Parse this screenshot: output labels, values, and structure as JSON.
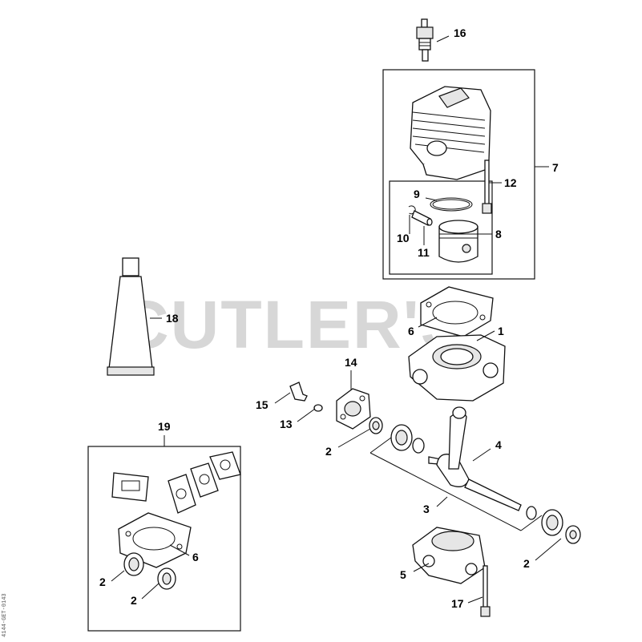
{
  "watermark": "CUTLER'S",
  "side_code": "4144-GET-0143",
  "callouts": [
    {
      "id": "1",
      "label": "1"
    },
    {
      "id": "2a",
      "label": "2"
    },
    {
      "id": "2b",
      "label": "2"
    },
    {
      "id": "2c",
      "label": "2"
    },
    {
      "id": "2d",
      "label": "2"
    },
    {
      "id": "3",
      "label": "3"
    },
    {
      "id": "4",
      "label": "4"
    },
    {
      "id": "5",
      "label": "5"
    },
    {
      "id": "6a",
      "label": "6"
    },
    {
      "id": "6b",
      "label": "6"
    },
    {
      "id": "7",
      "label": "7"
    },
    {
      "id": "8",
      "label": "8"
    },
    {
      "id": "9",
      "label": "9"
    },
    {
      "id": "10",
      "label": "10"
    },
    {
      "id": "11",
      "label": "11"
    },
    {
      "id": "12",
      "label": "12"
    },
    {
      "id": "13",
      "label": "13"
    },
    {
      "id": "14",
      "label": "14"
    },
    {
      "id": "15",
      "label": "15"
    },
    {
      "id": "16",
      "label": "16"
    },
    {
      "id": "17",
      "label": "17"
    },
    {
      "id": "18",
      "label": "18"
    },
    {
      "id": "19",
      "label": "19"
    }
  ]
}
